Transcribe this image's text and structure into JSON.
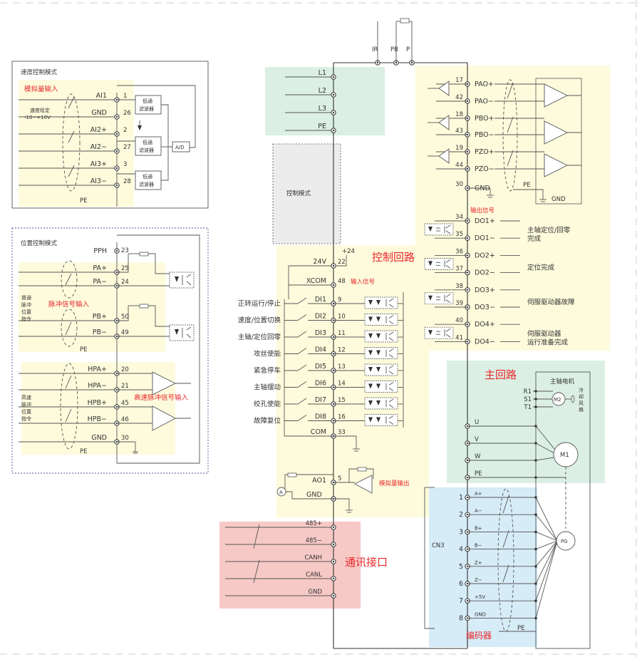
{
  "speed_mode": {
    "title": "速度控制模式",
    "analog_in_label": "模拟量输入",
    "speed_ref_label": "速度给定",
    "speed_ref_range": "-10~+10V",
    "filter_label": "低通",
    "filter_label2": "滤波器",
    "ad_label": "A/D",
    "pe": "PE",
    "rows": [
      {
        "name": "AI1",
        "pin": "1"
      },
      {
        "name": "GND",
        "pin": "26"
      },
      {
        "name": "AI2+",
        "pin": "2"
      },
      {
        "name": "AI2−",
        "pin": "27"
      },
      {
        "name": "AI3+",
        "pin": "3"
      },
      {
        "name": "AI3−",
        "pin": "28"
      }
    ]
  },
  "pos_mode": {
    "title": "位置控制模式",
    "pph": {
      "name": "PPH",
      "pin": "23"
    },
    "pulse_in_label": "脉冲信号输入",
    "normal_pulse_label": [
      "普通",
      "脉冲",
      "位置",
      "指令"
    ],
    "hs_pulse_label": [
      "高速",
      "脉冲",
      "位置",
      "指令"
    ],
    "hs_in_label": "高速脉冲信号输入",
    "pe": "PE",
    "rows_a": [
      {
        "name": "PA+",
        "pin": "25"
      },
      {
        "name": "PA−",
        "pin": "24"
      }
    ],
    "rows_b": [
      {
        "name": "PB+",
        "pin": "50"
      },
      {
        "name": "PB−",
        "pin": "49"
      }
    ],
    "rows_hs": [
      {
        "name": "HPA+",
        "pin": "20"
      },
      {
        "name": "HPA−",
        "pin": "21"
      },
      {
        "name": "HPB+",
        "pin": "45"
      },
      {
        "name": "HPB−",
        "pin": "46"
      }
    ],
    "gnd": {
      "name": "GND",
      "pin": "30"
    }
  },
  "top_terms": [
    "IR",
    "PB",
    "P"
  ],
  "power_in": [
    "L1",
    "L2",
    "L3",
    "PE"
  ],
  "control_mode_label": "控制模式",
  "control_loop": {
    "title": "控制回路",
    "input_signal_label": "输入信号",
    "v24": "+24",
    "rows_top": [
      {
        "name": "24V",
        "pin": "22"
      },
      {
        "name": "XCOM",
        "pin": "48"
      }
    ],
    "di": [
      {
        "func": "正转运行/停止",
        "name": "DI1",
        "pin": "9"
      },
      {
        "func": "速度/位置切换",
        "name": "DI2",
        "pin": "10"
      },
      {
        "func": "主轴/定位回零",
        "name": "DI3",
        "pin": "11"
      },
      {
        "func": "攻丝使能",
        "name": "DI4",
        "pin": "12"
      },
      {
        "func": "紧急停车",
        "name": "DI5",
        "pin": "13"
      },
      {
        "func": "主轴摆动",
        "name": "DI6",
        "pin": "14"
      },
      {
        "func": "绞孔使能",
        "name": "DI7",
        "pin": "15"
      },
      {
        "func": "故障复位",
        "name": "DI8",
        "pin": "16"
      }
    ],
    "com": {
      "name": "COM",
      "pin": "33"
    },
    "ao": {
      "name": "AO1",
      "pin": "5"
    },
    "ao_gnd": "GND",
    "analog_out_label": "模拟量输出",
    "meter": "A"
  },
  "comm": {
    "title": "通讯接口",
    "rows": [
      "485+",
      "485−",
      "CANH",
      "CANL",
      "GND"
    ]
  },
  "encoder_out": {
    "rows": [
      {
        "pin": "17",
        "name": "PAO+"
      },
      {
        "pin": "42",
        "name": "PAO−"
      },
      {
        "pin": "18",
        "name": "PBO+"
      },
      {
        "pin": "43",
        "name": "PBO−"
      },
      {
        "pin": "19",
        "name": "PZO+"
      },
      {
        "pin": "44",
        "name": "PZO−"
      }
    ],
    "gnd": {
      "pin": "30",
      "name": "GND"
    },
    "pe": "PE",
    "gnd_right": "GND"
  },
  "outputs": {
    "title": "输出信号",
    "rows": [
      {
        "pin": "34",
        "name": "DO1+"
      },
      {
        "pin": "35",
        "name": "DO1−",
        "func": [
          "主轴定位/回零",
          "完成"
        ]
      },
      {
        "pin": "36",
        "name": "DO2+"
      },
      {
        "pin": "37",
        "name": "DO2−",
        "func": [
          "定位完成"
        ]
      },
      {
        "pin": "38",
        "name": "DO3+"
      },
      {
        "pin": "39",
        "name": "DO3−",
        "func": [
          "伺服驱动器故障"
        ]
      },
      {
        "pin": "40",
        "name": "DO4+"
      },
      {
        "pin": "41",
        "name": "DO4−",
        "func": [
          "伺服驱动器",
          "运行准备完成"
        ]
      }
    ]
  },
  "main_loop": {
    "title": "主回路",
    "motor_label": "主轴电机",
    "fan_rows": [
      "R1",
      "S1",
      "T1"
    ],
    "fan_motor": "M2",
    "fan_label": [
      "冷",
      "却",
      "风",
      "扇"
    ],
    "uvw": [
      "U",
      "V",
      "W",
      "PE"
    ],
    "motor": "M1"
  },
  "encoder": {
    "title": "编码器",
    "cn": "CN3",
    "pg": "PG",
    "pe": "PE",
    "rows": [
      {
        "pin": "1",
        "name": "A+"
      },
      {
        "pin": "2",
        "name": "A−"
      },
      {
        "pin": "3",
        "name": "B+"
      },
      {
        "pin": "4",
        "name": "B−"
      },
      {
        "pin": "5",
        "name": "Z+"
      },
      {
        "pin": "6",
        "name": "Z−"
      },
      {
        "pin": "7",
        "name": "+5V"
      },
      {
        "pin": "8",
        "name": "GND"
      }
    ]
  },
  "colors": {
    "yellow": "#fdfbdc",
    "green": "#dcefe4",
    "gray": "#ececec",
    "pink": "#f6c9c6",
    "blue": "#d6ecf7",
    "red_text": "#e8262a"
  }
}
